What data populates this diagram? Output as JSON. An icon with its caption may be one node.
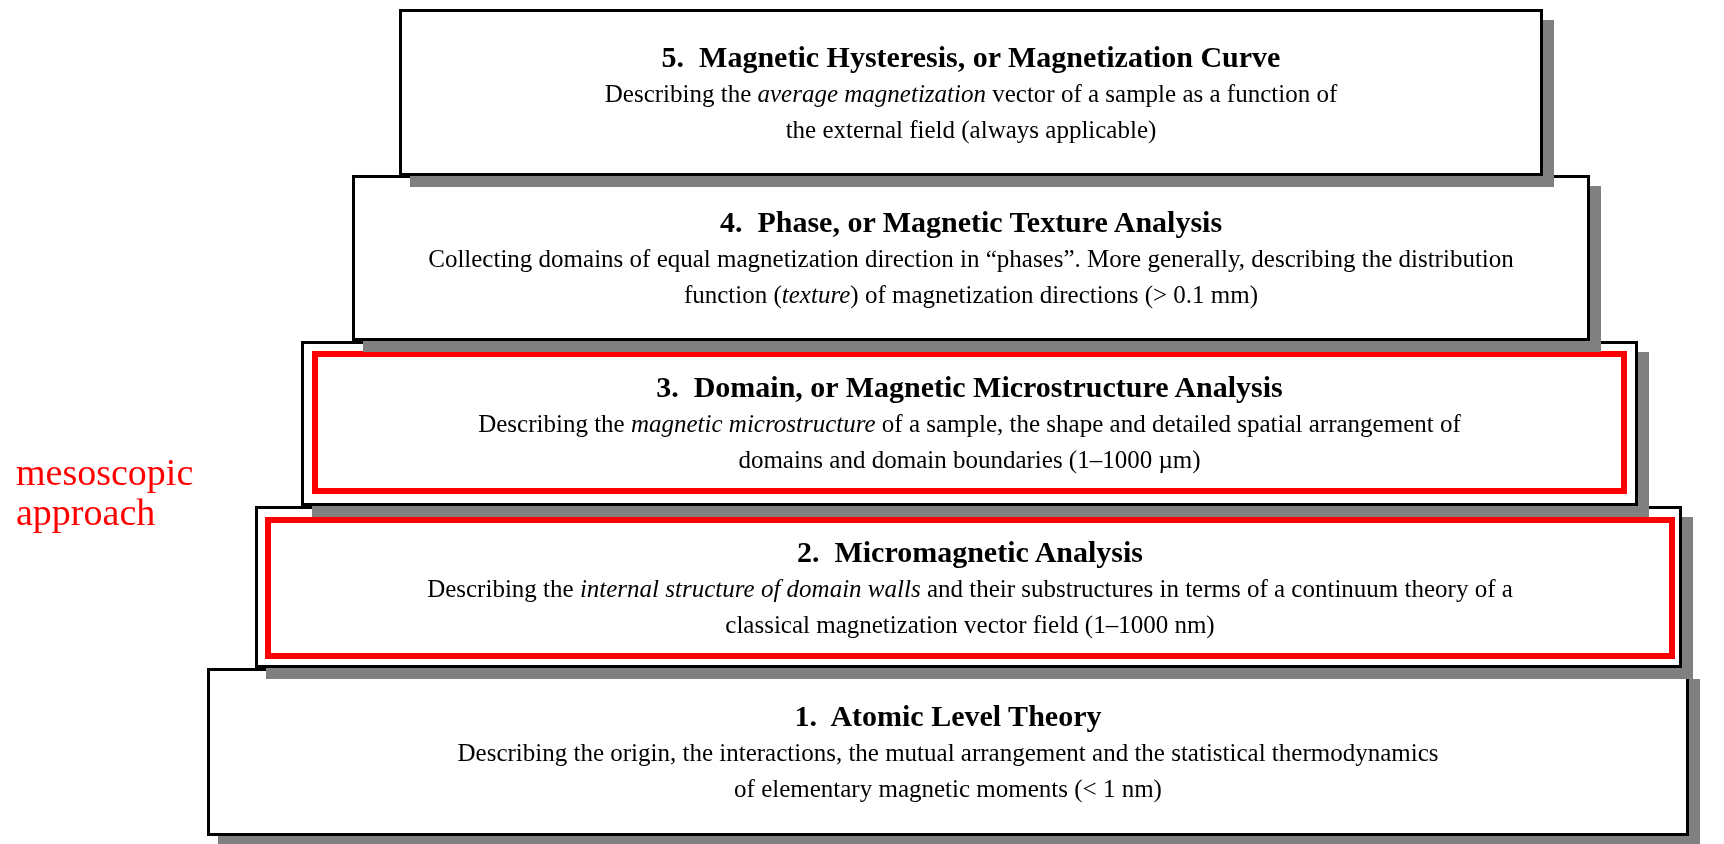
{
  "diagram": {
    "nodes": [
      {
        "text": [
          "5.  Magnetic Hysteresis, or Magnetization Curve",
          "Describing the *average magnetization* vector of a sample as a function of the external field (always applicable)"
        ]
      },
      {
        "text": [
          "4.  Phase, or Magnetic Texture Analysis",
          "Collecting domains of equal magnetization direction in “phases”. More generally, describing the distribution function (*texture*) of magnetization directions (> 0.1 mm)"
        ]
      },
      {
        "text": [],
        "shape": "box"
      },
      {
        "text": [
          "3.  Domain, or Magnetic Microstructure Analysis",
          "Describing the *magnetic microstructure* of a sample, the shape and detailed spatial arrangement of domains and domain boundaries (1–1000 µm)"
        ],
        "in": 2
      },
      {
        "text": [],
        "shape": "box"
      },
      {
        "text": [
          "2.  Micromagnetic Analysis",
          "Describing the *internal structure of domain walls* and their substructures in terms of a continuum theory of a classical magnetization vector field (1–1000 nm)"
        ],
        "in": 4
      },
      {
        "text": [
          "1.  Atomic Level Theory",
          "Describing the origin, the interactions, the mutual arrangement and the statistical thermodynamics of elementary magnetic moments (< 1 nm)"
        ]
      }
    ],
    "labels": [
      "mesoscopic approach"
    ]
  }
}
